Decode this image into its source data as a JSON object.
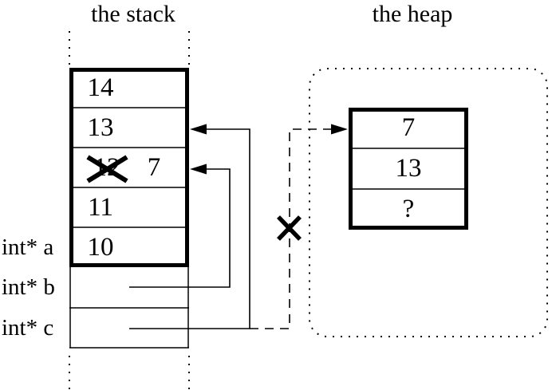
{
  "titles": {
    "stack": "the stack",
    "heap": "the heap"
  },
  "stack": {
    "cells": [
      {
        "value": "14"
      },
      {
        "value": "13"
      },
      {
        "value": "7",
        "old_value": "12",
        "crossed_out": true
      },
      {
        "value": "11"
      },
      {
        "value": "10"
      }
    ]
  },
  "variables": [
    {
      "label": "int* a"
    },
    {
      "label": "int* b"
    },
    {
      "label": "int* c"
    }
  ],
  "heap": {
    "cells": [
      {
        "value": "7"
      },
      {
        "value": "13"
      },
      {
        "value": "?"
      }
    ]
  },
  "icons": {
    "arrowhead_left": "filled-left-triangle",
    "arrowhead_right": "filled-right-triangle",
    "cross_out": "x-mark"
  },
  "colors": {
    "ink": "#000000",
    "background": "#ffffff"
  }
}
